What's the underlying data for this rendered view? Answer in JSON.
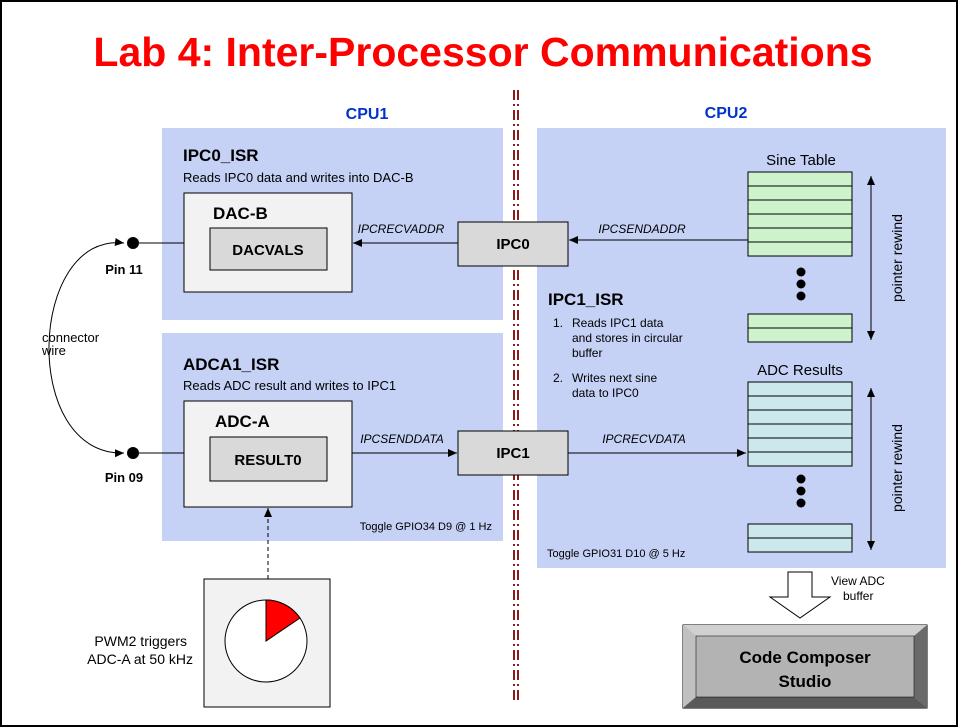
{
  "title": "Lab 4: Inter-Processor Communications",
  "colors": {
    "title": "#ff0000",
    "panel": "#c5d1f5",
    "cpu_label": "#0033cc",
    "sine_cell": "#cdf2cc",
    "adc_cell": "#cde8ec",
    "divider": "#8b1a1a"
  },
  "cpu1": {
    "label": "CPU1",
    "ipc0_isr": {
      "title": "IPC0_ISR",
      "desc": "Reads IPC0 data and writes into DAC-B"
    },
    "dac": {
      "label": "DAC-B",
      "register": "DACVALS"
    },
    "adca1_isr": {
      "title": "ADCA1_ISR",
      "desc": "Reads ADC result and writes to IPC1"
    },
    "adc": {
      "label": "ADC-A",
      "register": "RESULT0"
    },
    "toggle": "Toggle GPIO34 D9 @ 1 Hz"
  },
  "cpu2": {
    "label": "CPU2",
    "sine_table": "Sine Table",
    "adc_results": "ADC Results",
    "ipc1_isr": {
      "title": "IPC1_ISR",
      "steps": [
        {
          "num": "1.",
          "lines": [
            "Reads IPC1 data",
            "and stores in circular",
            "buffer"
          ]
        },
        {
          "num": "2.",
          "lines": [
            "Writes next sine",
            "data to IPC0"
          ]
        }
      ]
    },
    "pointer_rewind": "pointer rewind",
    "toggle": "Toggle GPIO31 D10 @ 5 Hz"
  },
  "ipc": {
    "ipc0": "IPC0",
    "ipc1": "IPC1",
    "recv_addr": "IPCRECVADDR",
    "send_addr": "IPCSENDADDR",
    "send_data": "IPCSENDDATA",
    "recv_data": "IPCRECVDATA"
  },
  "pins": {
    "pin11": "Pin 11",
    "pin09": "Pin 09"
  },
  "wire": [
    "connector",
    "wire"
  ],
  "pwm": [
    "PWM2 triggers",
    "ADC-A at 50 kHz"
  ],
  "view": [
    "View ADC",
    "buffer"
  ],
  "ccs": [
    "Code Composer",
    "Studio"
  ]
}
